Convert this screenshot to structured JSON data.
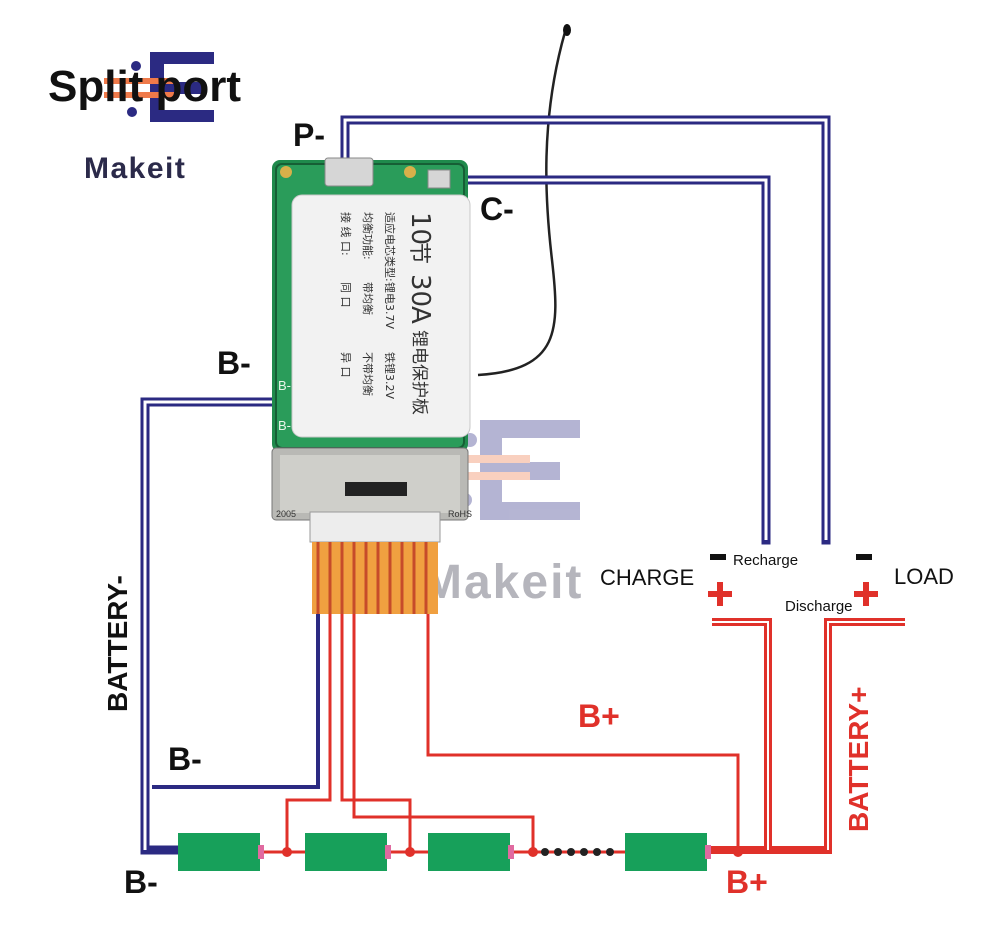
{
  "header": {
    "title": "Split port",
    "brand": "Makeit"
  },
  "watermark": {
    "text": "Makeit"
  },
  "board": {
    "cells_value": "10",
    "cells_unit": "节",
    "current_value": "30",
    "current_unit": "A",
    "name": "锂电保护板",
    "row1": "适应电芯类型:",
    "row1_opt1": "锂电3.7V",
    "row1_opt2": "铁锂3.2V",
    "row2": "均衡功能:",
    "row2_opt1": "带均衡",
    "row2_opt2": "不带均衡",
    "row3": "接 线 口:",
    "row3_opt1": "同 口",
    "row3_opt2": "异 口",
    "edge_b1": "B-",
    "edge_b2": "B-",
    "rohs": "RoHS",
    "code": "2005"
  },
  "labels": {
    "p_minus": "P-",
    "c_minus": "C-",
    "b_minus_board": "B-",
    "b_minus_mid": "B-",
    "b_minus_bottom": "B-",
    "battery_minus": "BATTERY-",
    "battery_plus": "BATTERY+",
    "b_plus_mid": "B+",
    "b_plus_bottom": "B+",
    "charge": "CHARGE",
    "load": "LOAD",
    "recharge": "Recharge",
    "discharge": "Discharge",
    "minus_sign": "−",
    "plus_sign": "+"
  },
  "colors": {
    "negative_wire": "#2b2a82",
    "positive_wire": "#e0312a",
    "cell_fill": "#17a05a",
    "balance_wire": "#f0a040"
  }
}
